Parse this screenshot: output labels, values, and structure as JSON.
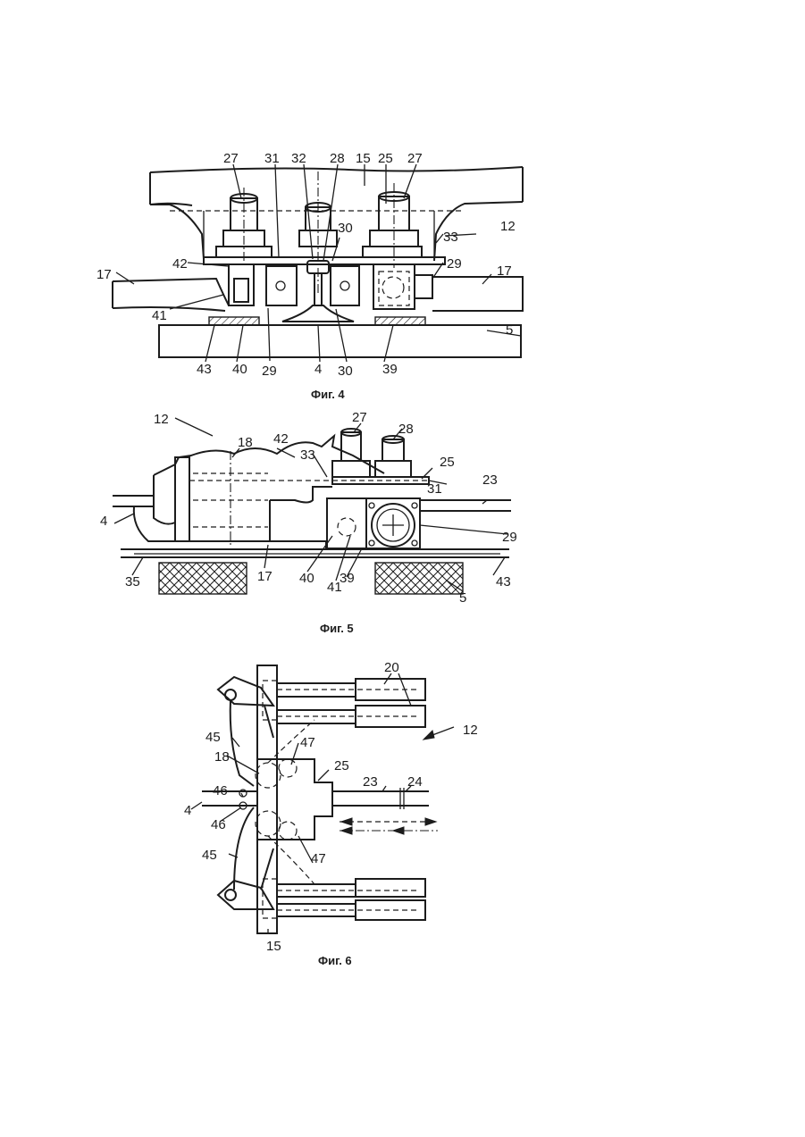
{
  "figures": [
    {
      "caption": "Фиг. 4",
      "labels": [
        "27",
        "31",
        "32",
        "28",
        "15",
        "25",
        "27",
        "12",
        "30",
        "33",
        "42",
        "17",
        "29",
        "17",
        "41",
        "5",
        "43",
        "40",
        "29",
        "4",
        "30",
        "39"
      ]
    },
    {
      "caption": "Фиг. 5",
      "labels": [
        "12",
        "27",
        "28",
        "18",
        "42",
        "33",
        "25",
        "23",
        "31",
        "4",
        "29",
        "35",
        "40",
        "41",
        "39",
        "17",
        "43",
        "5"
      ]
    },
    {
      "caption": "Фиг. 6",
      "labels": [
        "20",
        "12",
        "45",
        "47",
        "18",
        "25",
        "46",
        "23",
        "24",
        "4",
        "46",
        "45",
        "47",
        "15"
      ]
    }
  ]
}
